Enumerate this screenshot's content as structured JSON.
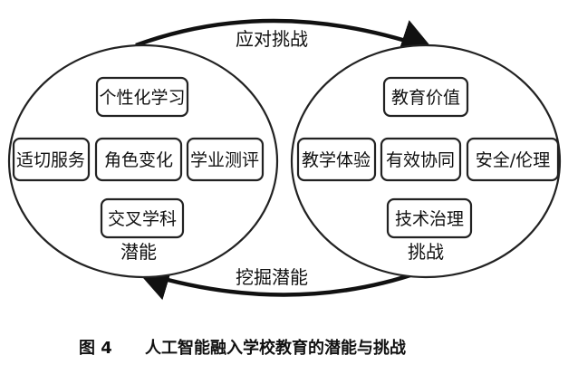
{
  "diagram": {
    "arrows": {
      "top": "应对挑战",
      "bottom": "挖掘潜能"
    },
    "left": {
      "label": "潜能",
      "nodes": {
        "top": "个性化学习",
        "left": "适切服务",
        "center": "角色变化",
        "right": "学业测评",
        "bottom": "交叉学科"
      }
    },
    "right": {
      "label": "挑战",
      "nodes": {
        "top": "教育价值",
        "left": "教学体验",
        "center": "有效协同",
        "right": "安全/伦理",
        "bottom": "技术治理"
      }
    }
  },
  "caption": {
    "figure": "图 4",
    "title": "人工智能融入学校教育的潜能与挑战"
  }
}
